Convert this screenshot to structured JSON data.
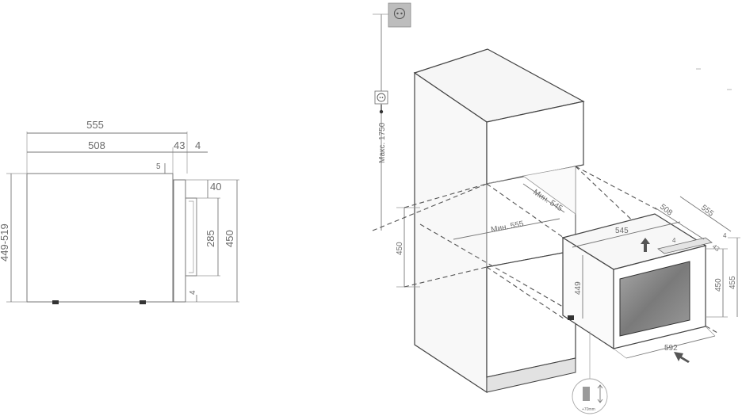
{
  "side_view": {
    "dims": {
      "overall_depth": "555",
      "body_depth": "508",
      "door_depth": "43",
      "gap": "4",
      "offset": "5",
      "top_recess": "40",
      "handle_height": "285",
      "door_height": "450",
      "body_height": "449-519",
      "bottom_gap": "4"
    }
  },
  "iso_view": {
    "socket_height": "Макс. 1750",
    "niche_depth": "Мин. 545",
    "niche_width": "Мин. 555",
    "niche_height": "450",
    "unit_depth_total": "555",
    "unit_depth_body": "508",
    "unit_width": "545",
    "unit_door_gap": "4",
    "unit_door_thickness": "43",
    "unit_door_gap_right": "4",
    "unit_height_front": "450",
    "unit_height_total": "455",
    "unit_height_body": "449",
    "front_width": "592",
    "detail_note": "+70mm"
  },
  "colors": {
    "line": "#777777",
    "text": "#6b6b6b",
    "panel": "#f6f6f6",
    "window": "#7f7f7f"
  }
}
